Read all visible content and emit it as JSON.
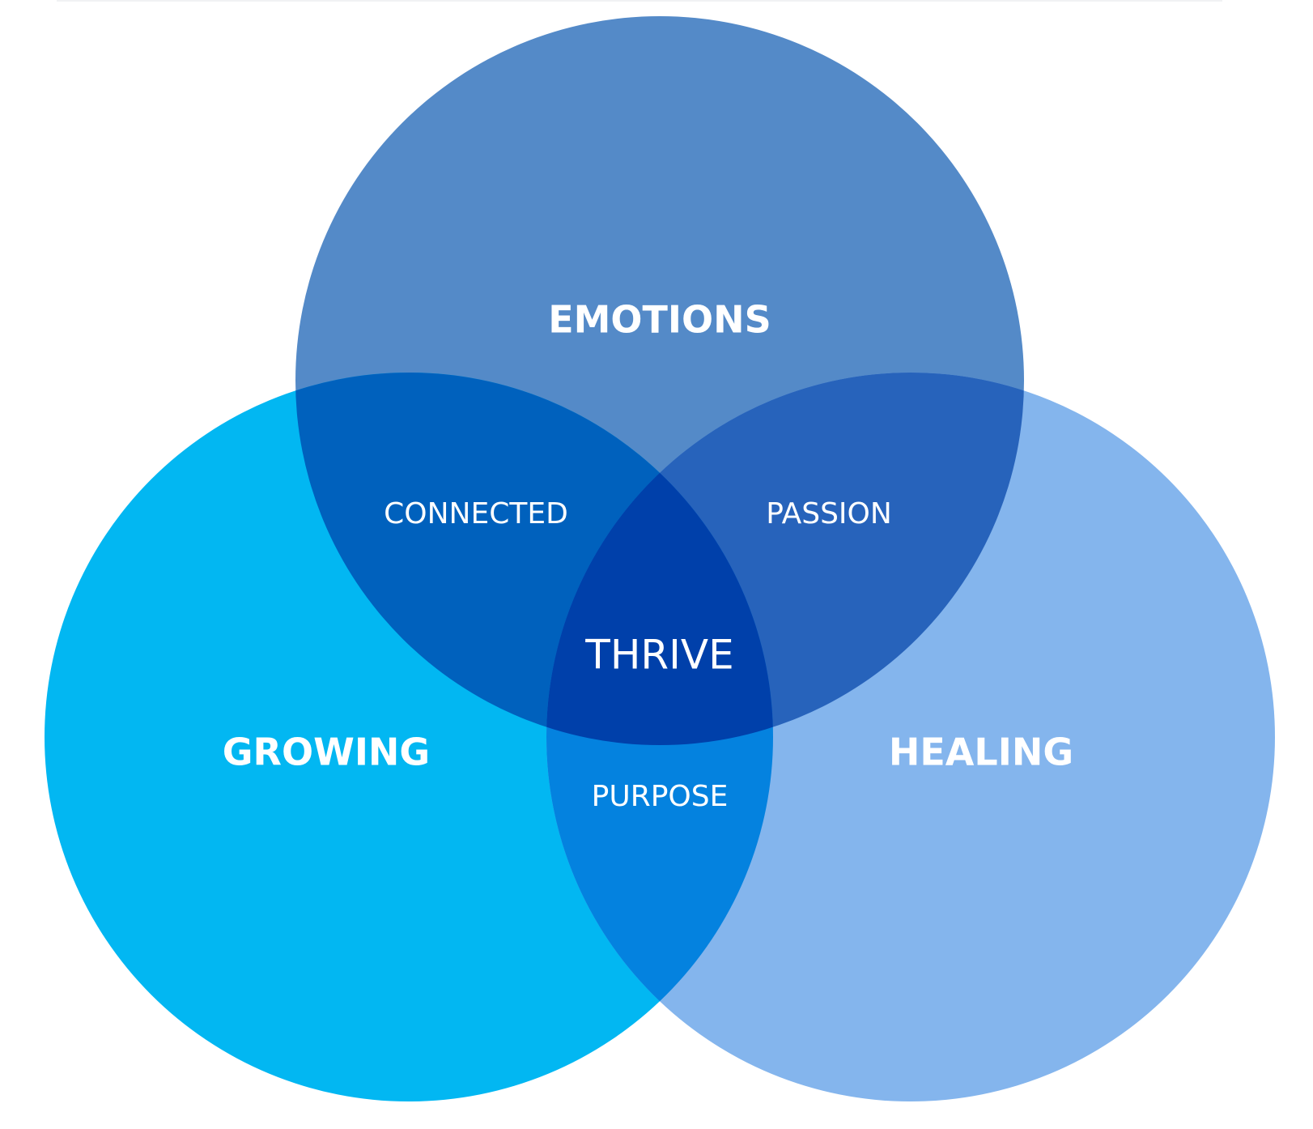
{
  "diagram": {
    "type": "venn-3",
    "sets": [
      {
        "id": "emotions",
        "label": "EMOTIONS",
        "color": "#548ac8"
      },
      {
        "id": "growing",
        "label": "GROWING",
        "color": "#02b7f2"
      },
      {
        "id": "healing",
        "label": "HEALING",
        "color": "#84b5ed"
      }
    ],
    "intersections": [
      {
        "sets": [
          "emotions",
          "growing"
        ],
        "label": "CONNECTED",
        "color": "#0061bd"
      },
      {
        "sets": [
          "emotions",
          "healing"
        ],
        "label": "PASSION",
        "color": "#2763bb"
      },
      {
        "sets": [
          "growing",
          "healing"
        ],
        "label": "PURPOSE",
        "color": "#0482df"
      },
      {
        "sets": [
          "emotions",
          "growing",
          "healing"
        ],
        "label": "THRIVE",
        "color": "#0040aa"
      }
    ]
  }
}
